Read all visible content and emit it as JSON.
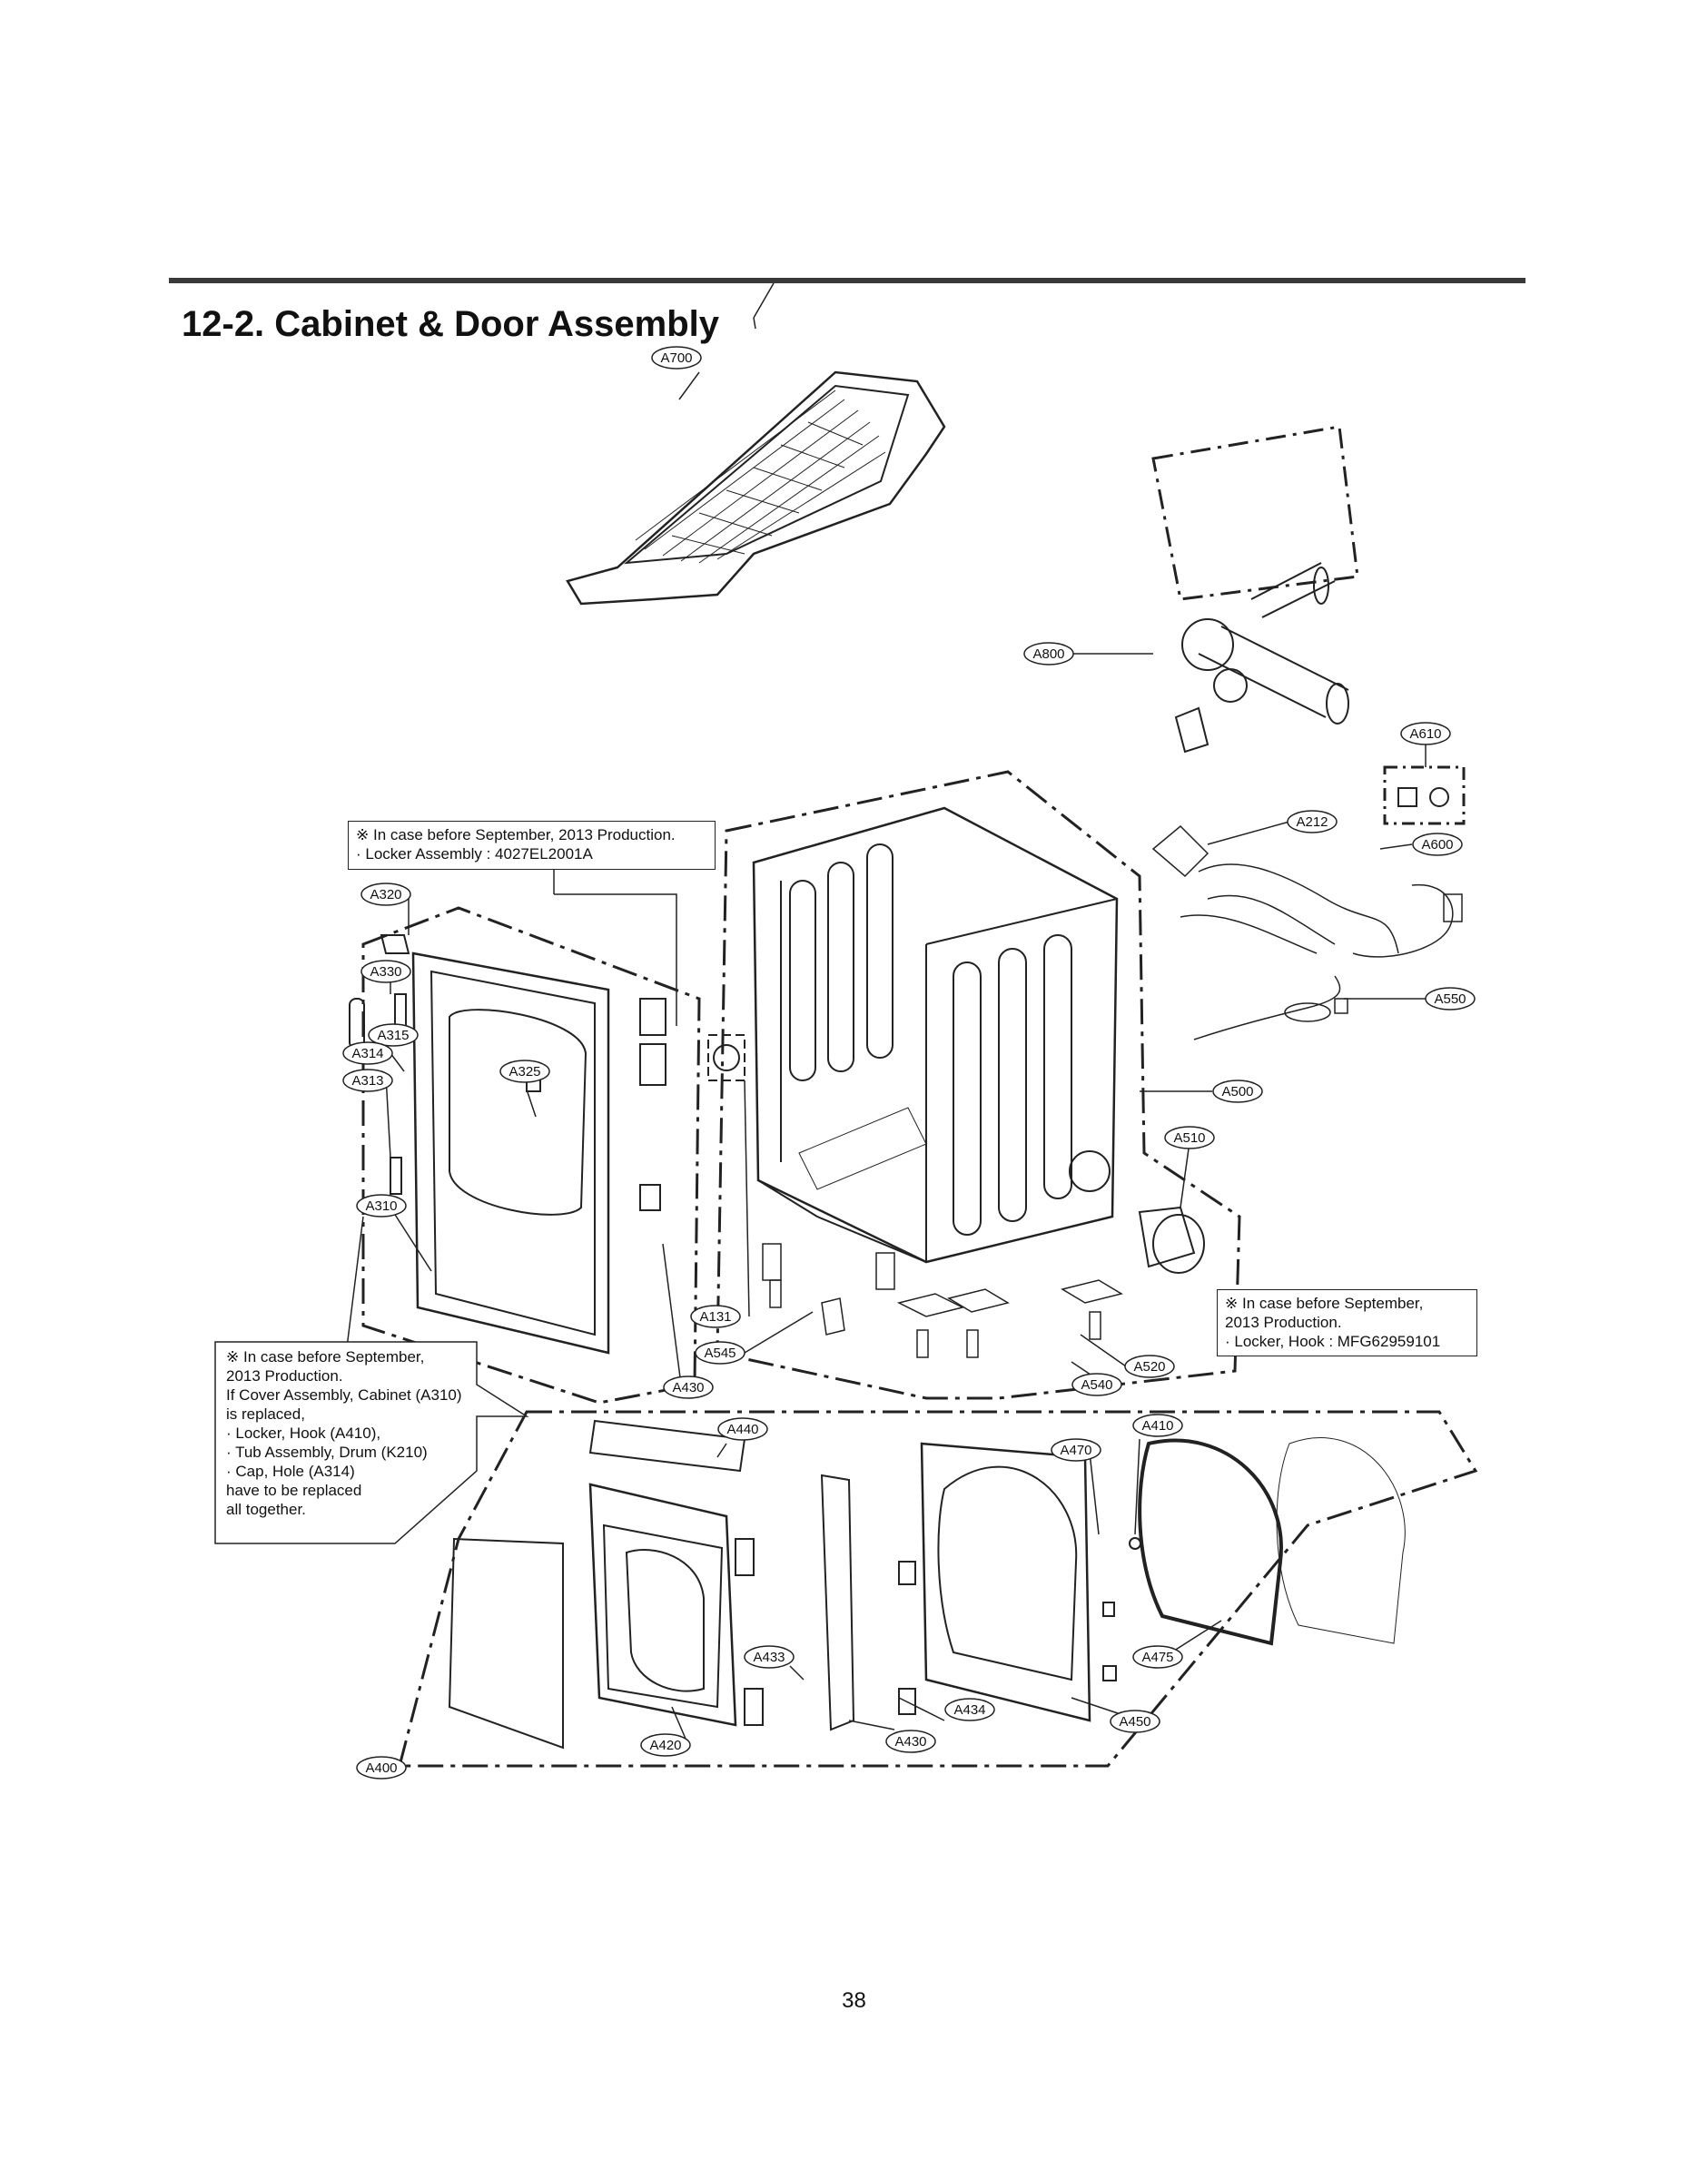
{
  "page": {
    "section_title": "12-2. Cabinet & Door Assembly",
    "page_number": "38"
  },
  "notes": {
    "top_left": {
      "line1": "※ In case before September, 2013 Production.",
      "line2": "· Locker Assembly : 4027EL2001A"
    },
    "right": {
      "line1": "※ In case before September,",
      "line2": "2013 Production.",
      "line3": "· Locker, Hook : MFG62959101"
    },
    "bottom_left": {
      "line1": "※ In case before September,",
      "line2": "2013 Production.",
      "line3": "If Cover Assembly, Cabinet (A310)",
      "line4": "is replaced,",
      "line5": "· Locker, Hook (A410),",
      "line6": "· Tub Assembly, Drum (K210)",
      "line7": "· Cap, Hole (A314)",
      "line8": "have to be replaced",
      "line9": "all together."
    }
  },
  "callouts": [
    "A700",
    "A800",
    "A610",
    "A212",
    "A600",
    "A550",
    "A500",
    "A510",
    "A520",
    "A540",
    "A131",
    "A545",
    "A430",
    "A320",
    "A330",
    "A315",
    "A314",
    "A313",
    "A325",
    "A310",
    "A440",
    "A410",
    "A470",
    "A475",
    "A433",
    "A434",
    "A450",
    "A420",
    "A400"
  ]
}
